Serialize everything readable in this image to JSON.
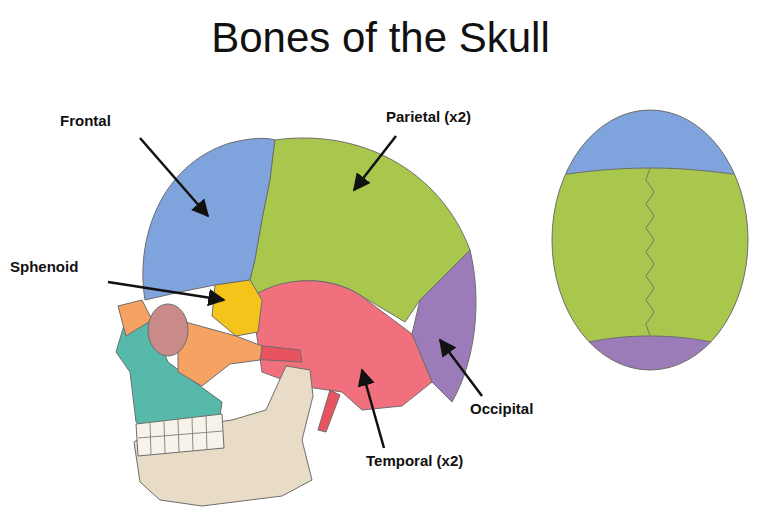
{
  "diagram": {
    "title": "Bones of the Skull",
    "labels": [
      "Frontal",
      "Parietal (x2)",
      "Sphenoid",
      "Temporal (x2)",
      "Occipital"
    ]
  }
}
